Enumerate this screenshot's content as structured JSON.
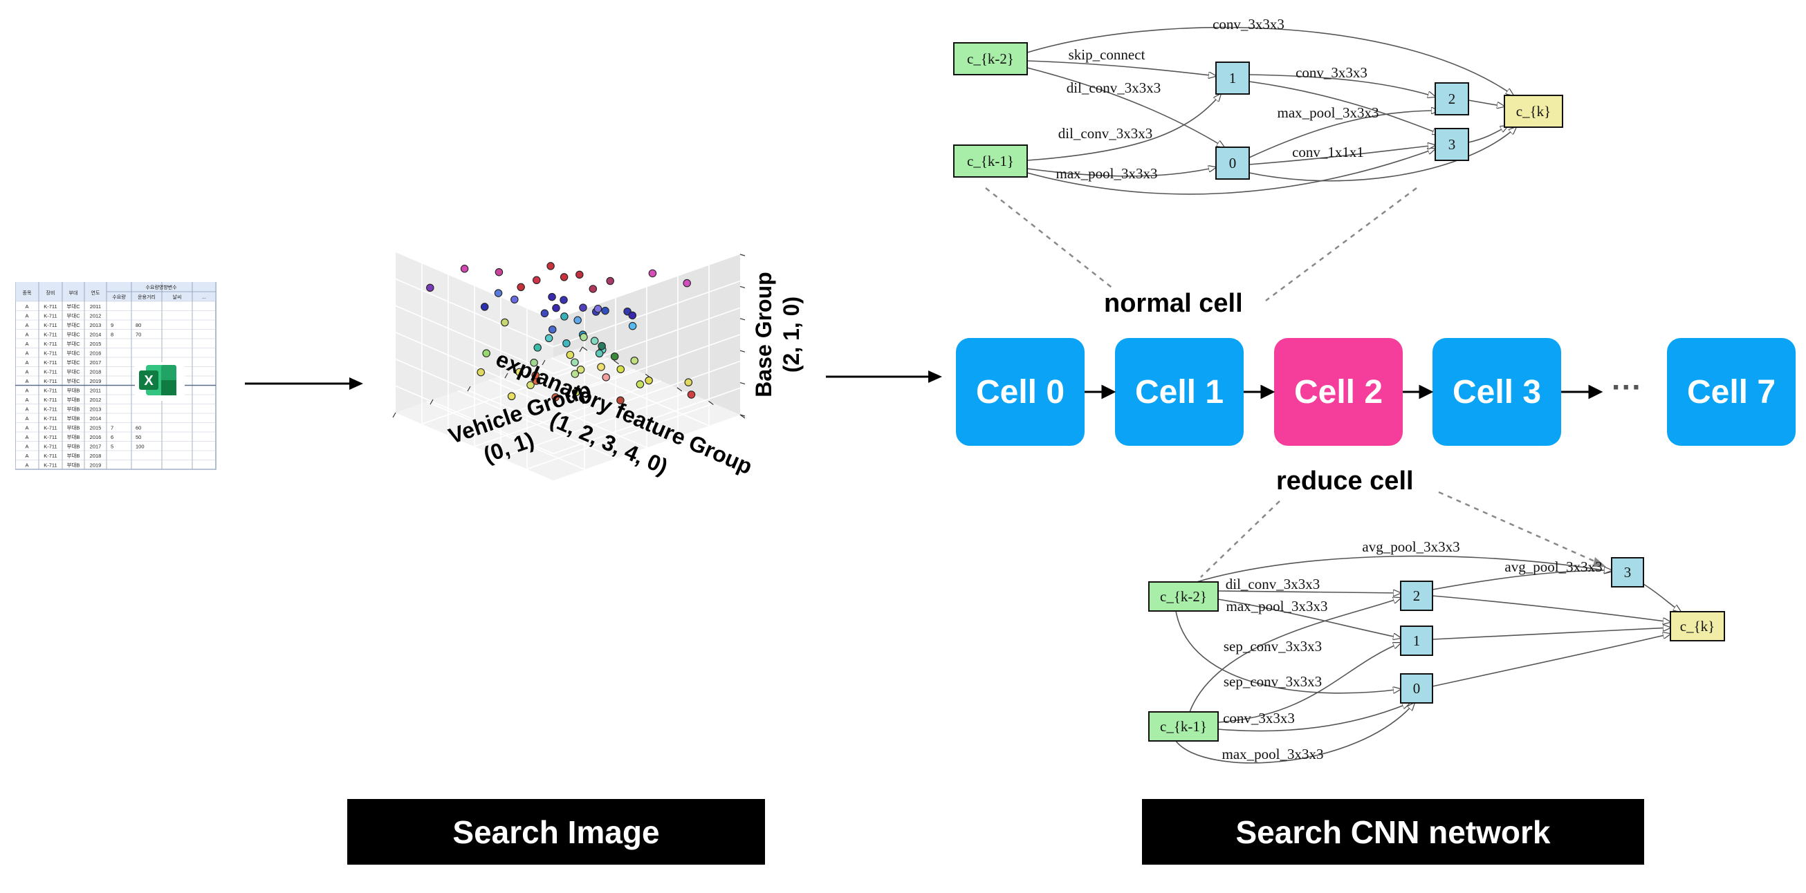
{
  "spreadsheet": {
    "headers": [
      "종목",
      "장비",
      "부대",
      "연도",
      "수요량",
      "운용거리",
      "날씨",
      "..."
    ],
    "group_header": "수요량영향변수",
    "rows": [
      [
        "A",
        "K-711",
        "부대C",
        "2011",
        "",
        "",
        ""
      ],
      [
        "A",
        "K-711",
        "부대C",
        "2012",
        "",
        "",
        ""
      ],
      [
        "A",
        "K-711",
        "부대C",
        "2013",
        "9",
        "80",
        ""
      ],
      [
        "A",
        "K-711",
        "부대C",
        "2014",
        "8",
        "70",
        ""
      ],
      [
        "A",
        "K-711",
        "부대C",
        "2015",
        "",
        "",
        ""
      ],
      [
        "A",
        "K-711",
        "부대C",
        "2016",
        "",
        "",
        ""
      ],
      [
        "A",
        "K-711",
        "부대C",
        "2017",
        "",
        "",
        ""
      ],
      [
        "A",
        "K-711",
        "부대C",
        "2018",
        "",
        "",
        ""
      ],
      [
        "A",
        "K-711",
        "부대C",
        "2019",
        "",
        "",
        ""
      ],
      [
        "A",
        "K-711",
        "부대B",
        "2011",
        "",
        "",
        ""
      ],
      [
        "A",
        "K-711",
        "부대B",
        "2012",
        "",
        "",
        ""
      ],
      [
        "A",
        "K-711",
        "부대B",
        "2013",
        "",
        "",
        ""
      ],
      [
        "A",
        "K-711",
        "부대B",
        "2014",
        "",
        "",
        ""
      ],
      [
        "A",
        "K-711",
        "부대B",
        "2015",
        "7",
        "60",
        ""
      ],
      [
        "A",
        "K-711",
        "부대B",
        "2016",
        "6",
        "50",
        ""
      ],
      [
        "A",
        "K-711",
        "부대B",
        "2017",
        "5",
        "100",
        ""
      ],
      [
        "A",
        "K-711",
        "부대B",
        "2018",
        "",
        "",
        ""
      ],
      [
        "A",
        "K-711",
        "부대B",
        "2019",
        "",
        "",
        ""
      ]
    ],
    "icon": "excel-icon"
  },
  "scatter": {
    "x_label": "explanatory feature Group",
    "x_values": "(1, 2, 3, 4, 0)",
    "y_label": "Vehicle Group",
    "y_values": "(0, 1)",
    "z_label": "Base Group",
    "z_values": "(2, 1, 0)"
  },
  "normal_cell": {
    "label": "normal cell",
    "nodes": {
      "ck2": "c_{k-2}",
      "ck1": "c_{k-1}",
      "n0": "0",
      "n1": "1",
      "n2": "2",
      "n3": "3",
      "ck": "c_{k}"
    },
    "edges": {
      "e1": "conv_3x3x3",
      "e2": "skip_connect",
      "e3": "dil_conv_3x3x3",
      "e4": "conv_3x3x3",
      "e5": "dil_conv_3x3x3",
      "e6": "max_pool_3x3x3",
      "e7": "max_pool_3x3x3",
      "e8": "conv_1x1x1"
    }
  },
  "reduce_cell": {
    "label": "reduce cell",
    "nodes": {
      "ck2": "c_{k-2}",
      "ck1": "c_{k-1}",
      "n0": "0",
      "n1": "1",
      "n2": "2",
      "n3": "3",
      "ck": "c_{k}"
    },
    "edges": {
      "e1": "avg_pool_3x3x3",
      "e2": "avg_pool_3x3x3",
      "e3": "dil_conv_3x3x3",
      "e4": "max_pool_3x3x3",
      "e5": "sep_conv_3x3x3",
      "e6": "sep_conv_3x3x3",
      "e7": "conv_3x3x3",
      "e8": "max_pool_3x3x3"
    }
  },
  "cells": [
    "Cell 0",
    "Cell 1",
    "Cell 2",
    "Cell 3",
    "···",
    "Cell 7"
  ],
  "colors": {
    "cell_blue": "#0aa3f5",
    "cell_pink": "#f53d9b",
    "input_node": "#a8eea8",
    "mid_node": "#a8dbe8",
    "output_node": "#f2eda6",
    "banner": "#000000"
  },
  "banners": {
    "left": "Search Image",
    "right": "Search CNN network"
  }
}
